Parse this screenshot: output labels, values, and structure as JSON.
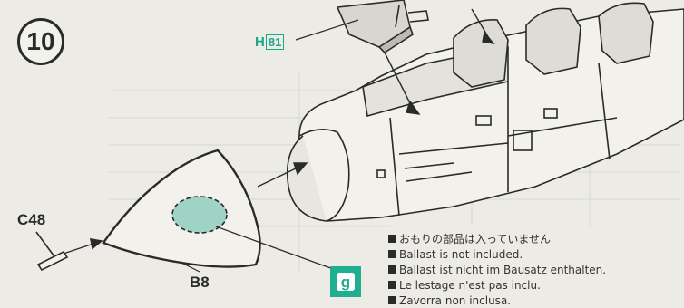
{
  "step": {
    "number": "10"
  },
  "part_refs": {
    "h81": {
      "letter": "H",
      "number": "81"
    },
    "c48": "C48",
    "b8": "B8"
  },
  "paint_badge": {
    "letter": "g"
  },
  "notes": [
    "おもりの部品は入っていません",
    "Ballast is not included.",
    "Ballast ist nicht im Bausatz enthalten.",
    "Le lestage n'est pas inclu.",
    "Zavorra non inclusa."
  ],
  "colors": {
    "line": "#2a2a2a",
    "accent_green": "#1fae8f",
    "ballast_fill": "#9fd3c6",
    "paper": "#ecebe6"
  }
}
